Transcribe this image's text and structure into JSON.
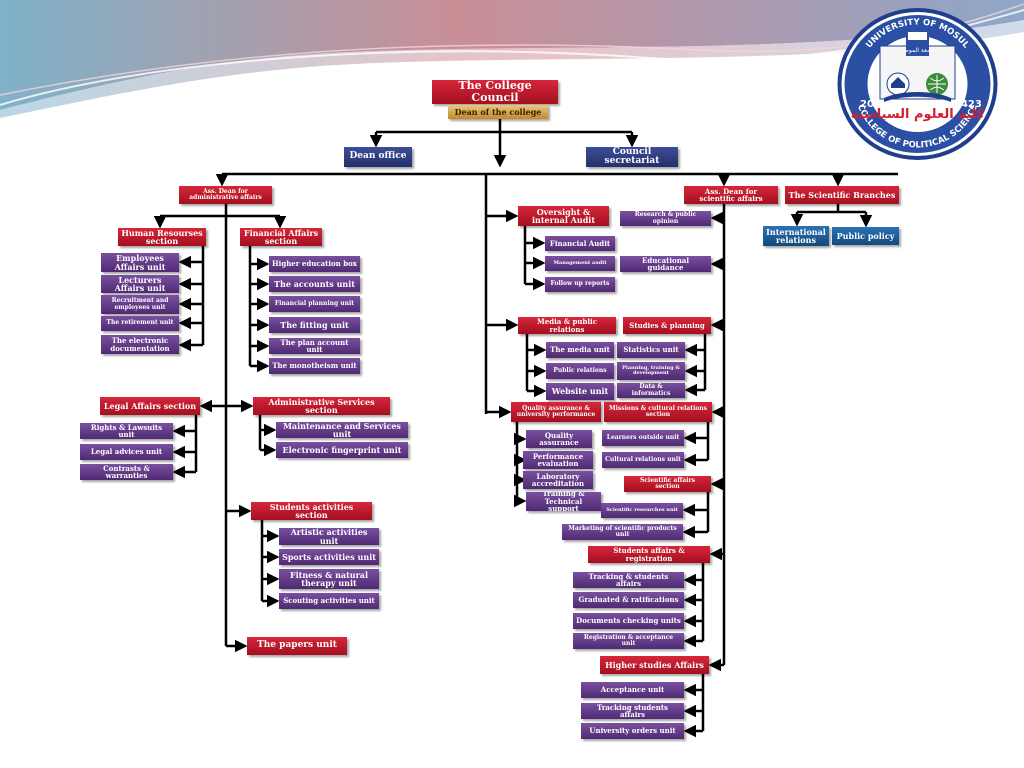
{
  "logo": {
    "top_text": "UNIVERSITY OF MOSUL",
    "bottom_text": "COLLEGE OF POLITICAL SCIENCE",
    "year_left": "2002",
    "year_right": "1423",
    "arabic_name": "كلية العلوم السياسية",
    "arabic_univ": "جامعة الموصل"
  },
  "colors": {
    "section": "#b51a2b",
    "unit": "#5e3a85",
    "branch": "#1d5e9c",
    "office": "#2f3c80",
    "dean": "#d9a94c"
  },
  "top": {
    "council": "The College Council",
    "dean": "Dean of the college",
    "dean_office": "Dean office",
    "secretariat": "Council secretariat"
  },
  "admin": {
    "title": "Ass. Dean for administrative affairs",
    "hr": "Human Resourses section",
    "hr_units": [
      "Employees Affairs unit",
      "Lecturers Affairs unit",
      "Recruitment and employees unit",
      "The retirement unit",
      "The electronic documentation"
    ],
    "fin": "Financial Affairs section",
    "fin_units": [
      "Higher education box",
      "The accounts unit",
      "Financial planning unit",
      "The fitting unit",
      "The plan account unit",
      "The monotheism unit"
    ],
    "legal": "Legal Affairs section",
    "legal_units": [
      "Rights & Lawsuits unit",
      "Legal advices unit",
      "Contrasts & warranties"
    ],
    "adminserv": "Administrative Services section",
    "adminserv_units": [
      "Maintenance and Services unit",
      "Electronic fingerprint unit"
    ],
    "students_act": "Students activities section",
    "students_act_units": [
      "Artistic activities unit",
      "Sports activities unit",
      "Fitness & natural therapy unit",
      "Scouting activities unit"
    ],
    "papers": "The papers unit"
  },
  "oversight": {
    "title": "Oversight & internal Audit",
    "units": [
      "Financial Audit",
      "Management audit",
      "Follow up reports"
    ]
  },
  "media": {
    "title": "Media & public relations",
    "units": [
      "The media unit",
      "Public relations",
      "Website unit"
    ]
  },
  "quality": {
    "title": "Quality assurance & university performance",
    "units": [
      "Quality assurance",
      "Performance evaluation",
      "Laboratory accreditation",
      "Training & Technical support"
    ]
  },
  "sci": {
    "title": "Ass. Dean for scientific affairs",
    "research": "Research & public opinion",
    "guidance": "Educational guidance",
    "studies": "Studies & planning",
    "studies_units": [
      "Statistics unit",
      "Planning, training & development",
      "Data & informatics"
    ],
    "missions": "Missions & cultural relations section",
    "missions_units": [
      "Learners outside unit",
      "Cultural relations unit"
    ],
    "sci_affairs": "Scientific affairs section",
    "sci_affairs_units": [
      "Scientific researches unit",
      "Marketing of scientific products unit"
    ],
    "students_reg": "Students affairs & registration",
    "students_reg_units": [
      "Tracking & students affairs",
      "Graduated & ratifications",
      "Documents checking units",
      "Registration & acceptance unit"
    ],
    "higher": "Higher studies Affairs",
    "higher_units": [
      "Acceptance unit",
      "Tracking students affairs",
      "University orders unit"
    ]
  },
  "branches": {
    "title": "The Scientific Branches",
    "items": [
      "International relations",
      "Public policy"
    ]
  }
}
